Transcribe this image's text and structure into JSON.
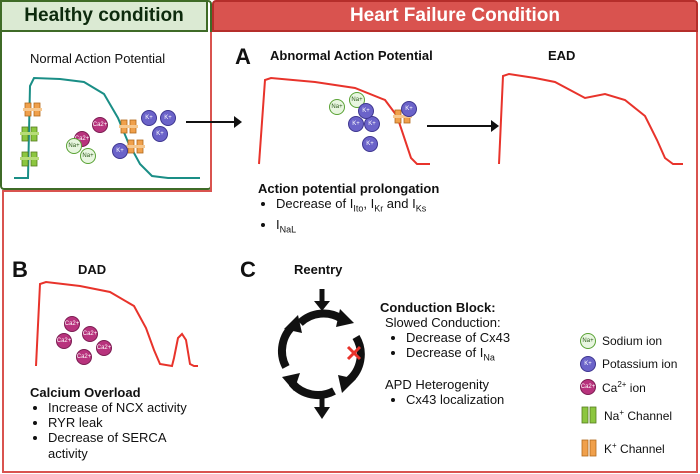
{
  "headers": {
    "healthy": "Healthy condition",
    "heart_failure": "Heart Failure Condition"
  },
  "healthy_panel": {
    "title": "Normal Action Potential"
  },
  "panel_a": {
    "letter": "A",
    "title": "Abnormal Action Potential",
    "ead_title": "EAD",
    "prolongation_title": "Action potential prolongation",
    "items": [
      "Decrease of I",
      "Ito",
      ", I",
      "Kr",
      " and I",
      "Ks",
      "I",
      "NaL"
    ]
  },
  "panel_b": {
    "letter": "B",
    "title": "DAD",
    "overload_title": "Calcium Overload",
    "items": [
      "Increase of NCX activity",
      "RYR leak",
      "Decrease of SERCA",
      "activity"
    ]
  },
  "panel_c": {
    "letter": "C",
    "title": "Reentry",
    "block_title": "Conduction Block:",
    "slowed": "Slowed Conduction:",
    "slowed_items": [
      "Decrease of Cx43",
      "Decrease of I",
      "Na"
    ],
    "apd_title": "APD Heterogenity",
    "apd_items": [
      "Cx43 localization"
    ]
  },
  "ions": {
    "na": "Na+",
    "k": "K+",
    "ca": "Ca2+"
  },
  "legend": {
    "sodium": "Sodium ion",
    "potassium": "Potassium ion",
    "calcium_pre": "Ca",
    "calcium_sup": "2+",
    "calcium_post": " ion",
    "na_channel_pre": "Na",
    "na_channel_sup": "+",
    "na_channel_post": " Channel",
    "k_channel_pre": "K",
    "k_channel_sup": "+",
    "k_channel_post": " Channel"
  },
  "colors": {
    "healthy_green": "#3f6b27",
    "hf_red": "#d9534f",
    "trace_red": "#e8332b",
    "trace_teal": "#1a8e86",
    "sodium": "#5aa335",
    "potassium": "#6b63c9",
    "calcium": "#b8337d",
    "na_channel": "#8cc63f",
    "k_channel": "#f0a04b"
  }
}
